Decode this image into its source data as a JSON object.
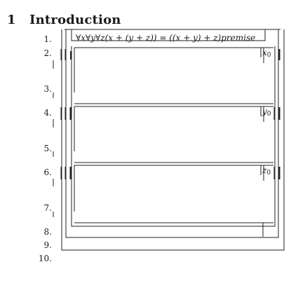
{
  "section": {
    "number": "1",
    "title": "Introduction"
  },
  "lines": [
    "1.",
    "2.",
    "3.",
    "4.",
    "5.",
    "6.",
    "7.",
    "8.",
    "9.",
    "10."
  ],
  "premise": "∀x∀y∀z(x + (y + z)) = ((x + y) + z)premise",
  "boxes": [
    {
      "var": "x",
      "sub": "0"
    },
    {
      "var": "y",
      "sub": "0"
    },
    {
      "var": "z",
      "sub": "0"
    }
  ]
}
